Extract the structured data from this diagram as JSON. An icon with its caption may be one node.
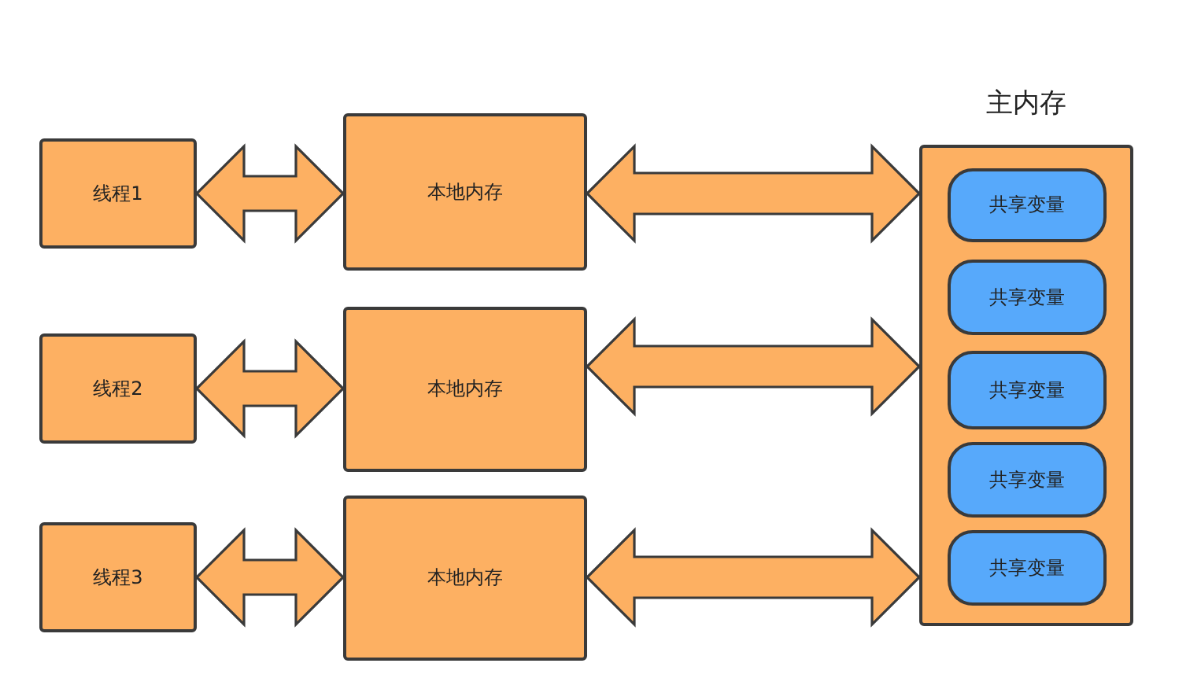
{
  "diagram": {
    "nodes": [
      {
        "text": [
          "线程1"
        ]
      },
      {
        "text": [
          "本地内存"
        ]
      },
      {
        "text": [
          "线程2"
        ]
      },
      {
        "text": [
          "本地内存"
        ]
      },
      {
        "text": [
          "线程3"
        ]
      },
      {
        "text": [
          "本地内存"
        ]
      },
      {
        "text": [
          "主内存"
        ]
      },
      {
        "text": [
          "共享变量"
        ],
        "in": 6
      },
      {
        "text": [
          "共享变量"
        ],
        "in": 6
      },
      {
        "text": [
          "共享变量"
        ],
        "in": 6
      },
      {
        "text": [
          "共享变量"
        ],
        "in": 6
      },
      {
        "text": [
          "共享变量"
        ],
        "in": 6
      }
    ],
    "edges": [
      {
        "from": 0,
        "to": 1,
        "arrow": "both"
      },
      {
        "from": 1,
        "to": 6,
        "arrow": "both"
      },
      {
        "from": 2,
        "to": 3,
        "arrow": "both"
      },
      {
        "from": 3,
        "to": 6,
        "arrow": "both"
      },
      {
        "from": 4,
        "to": 5,
        "arrow": "both"
      },
      {
        "from": 5,
        "to": 6,
        "arrow": "both"
      }
    ]
  }
}
